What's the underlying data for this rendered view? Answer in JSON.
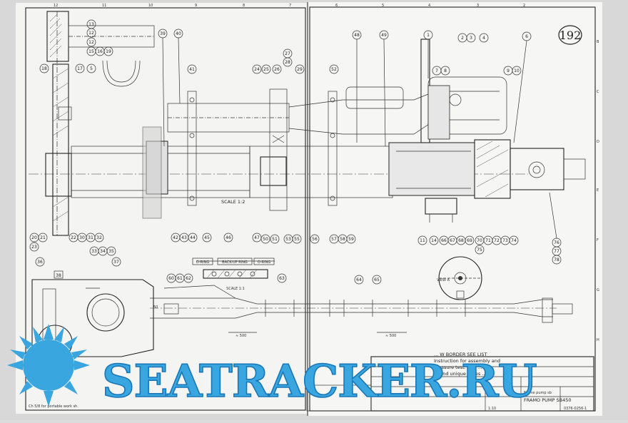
{
  "grid": {
    "top_numbers": [
      "12",
      "11",
      "10",
      "9",
      "8",
      "7",
      "6",
      "5",
      "4",
      "3",
      "2"
    ],
    "side_letters": [
      "B",
      "C",
      "D",
      "E",
      "F",
      "G",
      "H"
    ]
  },
  "handwritten": "192",
  "notes": {
    "scale_main": "SCALE 1:2",
    "scale_detail": "SCALE 1:1",
    "o_ring_left": "O-RING",
    "backup_ring": "BACK-UP RING",
    "o_ring_right": "O-RING",
    "view": "VIEW A",
    "dim_500_left": "≈ 500",
    "dim_500_right": "≈ 500",
    "dim_50": "50",
    "corner_hint": "Ch 5/8 for portable work sh."
  },
  "balloons": {
    "left_column": [
      "13",
      "12",
      "12",
      "15",
      "16",
      "19",
      "18",
      "17",
      "5",
      "20",
      "21",
      "23",
      "22",
      "30",
      "31",
      "32",
      "33",
      "34",
      "35",
      "36",
      "37",
      "38",
      "39",
      "40",
      "41",
      "42",
      "43",
      "44",
      "45",
      "46",
      "47"
    ],
    "center": [
      "24",
      "25",
      "26",
      "27",
      "28",
      "29",
      "52",
      "48",
      "49",
      "50",
      "51",
      "53",
      "55",
      "56",
      "57",
      "58",
      "59",
      "60",
      "61",
      "62",
      "63",
      "64",
      "65"
    ],
    "right": [
      "1",
      "2",
      "3",
      "4",
      "6",
      "7",
      "8",
      "9",
      "10",
      "11",
      "14",
      "66",
      "67",
      "68",
      "69",
      "70",
      "71",
      "72",
      "73",
      "74",
      "75",
      "76",
      "77",
      "78"
    ]
  },
  "title_block": {
    "note_line1": "... W BORDER SEE LIST",
    "note_line2": "Instruction for assembly and",
    "note_line3": "pressure test. 336 ...",
    "note_line4": "... and unique cases ...",
    "title": "FRAMO PUMP SB450",
    "drawing_no": "0376-0256-1",
    "scale": "1:10",
    "sheet": "Frame pump sb"
  },
  "watermark": {
    "text": "SEATRACKER.RU",
    "color": "#3aa6e0",
    "outline_color": "#1877b8"
  }
}
